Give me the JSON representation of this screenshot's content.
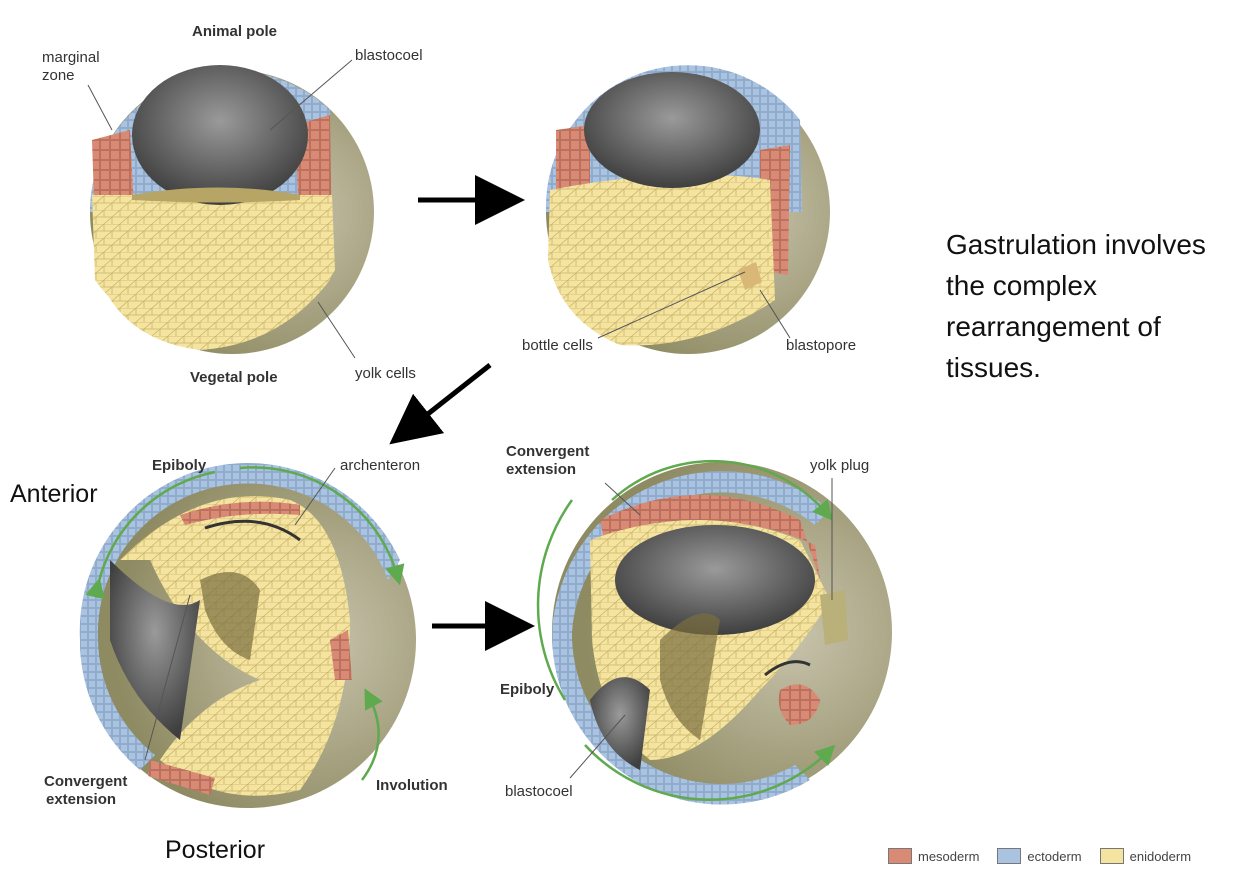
{
  "labels": {
    "animal_pole": "Animal pole",
    "marginal_zone_1": "marginal",
    "marginal_zone_2": "zone",
    "blastocoel_top": "blastocoel",
    "vegetal_pole": "Vegetal pole",
    "yolk_cells": "yolk cells",
    "bottle_cells": "bottle cells",
    "blastopore": "blastopore",
    "epiboly_left": "Epiboly",
    "archenteron": "archenteron",
    "convergent_left_1": "Convergent",
    "convergent_left_2": "extension",
    "involution": "Involution",
    "convergent_right_1": "Convergent",
    "convergent_right_2": "extension",
    "yolk_plug": "yolk plug",
    "epiboly_right": "Epiboly",
    "blastocoel_bottom": "blastocoel"
  },
  "orientation": {
    "anterior": "Anterior",
    "posterior": "Posterior"
  },
  "caption": "Gastrulation involves the complex rearrangement of tissues.",
  "legend": [
    {
      "label": "mesoderm",
      "color": "#d98a74"
    },
    {
      "label": "ectoderm",
      "color": "#a9c3e0"
    },
    {
      "label": "enidoderm",
      "color": "#f5e4a0"
    }
  ],
  "colors": {
    "ectoderm": "#a9c3e0",
    "mesoderm": "#d98a74",
    "endoderm": "#f5e4a0",
    "shell": "#b5b07a",
    "cavity": "#5c5c5c",
    "arrow_green": "#5fa94e"
  }
}
